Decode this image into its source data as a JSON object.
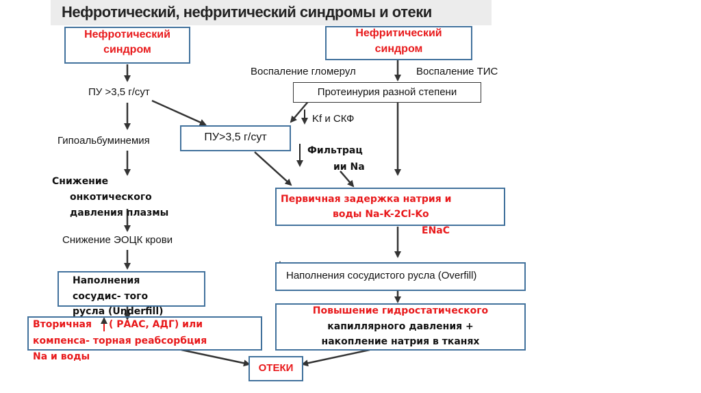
{
  "title": "Нефротический, нефритический синдромы и отеки",
  "nephrotic": {
    "header_line1": "Нефротический",
    "header_line2": "синдром",
    "pu": "ПУ >3,5 г/сут",
    "hypoalbuminemia": "Гипоальбуминемия",
    "oncotic_line1": "Снижение",
    "oncotic_line2": "онкотического",
    "oncotic_line3": "давления плазмы",
    "ecv": "Снижение ЭОЦК крови",
    "underfill_line1": "Наполнения",
    "underfill_line2": "сосудис-  того",
    "underfill_line3": "русла (Underfill)",
    "secondary_line1": "Вторичная",
    "secondary_line1b": "( РААС, АДГ) или",
    "secondary_line2": "компенса-  торная реабсорбция",
    "secondary_line3": "Na и воды"
  },
  "nephritic": {
    "header_line1": "Нефритический",
    "header_line2": "синдром",
    "glomerular": "Воспаление гломерул",
    "tis": "Воспаление ТИС",
    "proteinuria": "Протеинурия разной степени",
    "kf": "Kf и СКФ",
    "filtration_line1": "Фильтрац",
    "filtration_line2": "ии  Na",
    "primary_line1": "Первичная задержка натрия и",
    "primary_line2a": "воды  Na-K-2Cl-Ko",
    "primary_line3": "ENaC",
    "overfill": "Наполнения сосудистого русла (Overfill)",
    "hydro_line1": "Повышение гидростатического",
    "hydro_line2": "капиллярного давления +",
    "hydro_line3": "накопление  натрия в тканях"
  },
  "middle_pu": "ПУ>3,5 г/сут",
  "edema": "ОТЕКИ",
  "colors": {
    "accent_red": "#e8191b",
    "box_border": "#41719c"
  }
}
